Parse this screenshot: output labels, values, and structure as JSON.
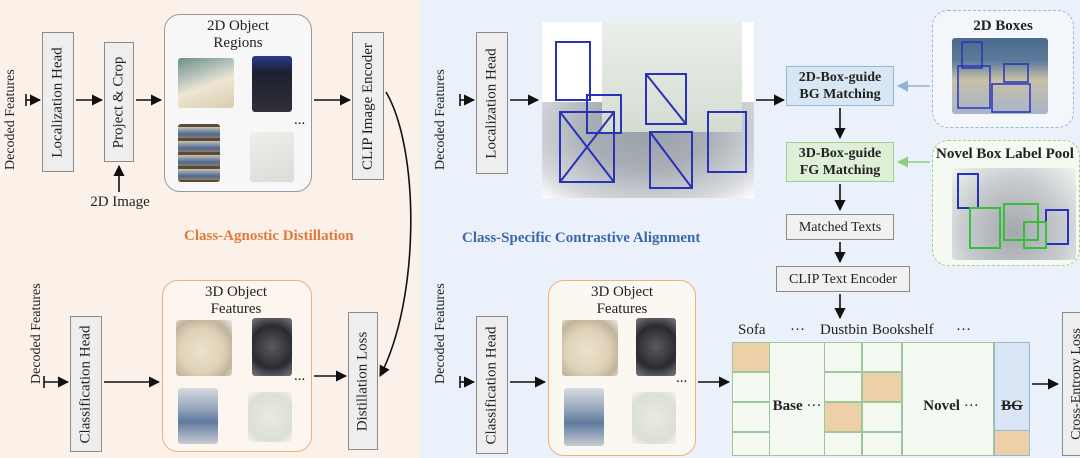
{
  "colors": {
    "left_panel_bg": "#fbf1e9",
    "right_panel_bg": "#eaf1fa",
    "orange_caption": "#e07b39",
    "blue_caption": "#3c67b0",
    "box_blue": "#2833b8",
    "box_green": "#36c03a",
    "grid_green": "#9ec89c",
    "cell_tan": "#edcfa8"
  },
  "left": {
    "decoded_features_top": "Decoded Features",
    "localization_head": "Localization Head",
    "project_crop": "Project & Crop",
    "two_d_image": "2D Image",
    "region_title": "2D Object Regions",
    "region_ellipsis": "...",
    "clip_image_encoder": "CLIP Image Encoder",
    "caption": "Class-Agnostic Distillation",
    "decoded_features_bottom": "Decoded Features",
    "classification_head": "Classification Head",
    "object_features_title": "3D Object Features",
    "object_ellipsis": "...",
    "distillation_loss": "Distillation Loss"
  },
  "right": {
    "decoded_features_top": "Decoded Features",
    "localization_head": "Localization Head",
    "bg_matching": "2D-Box-guide BG Matching",
    "fg_matching": "3D-Box-guide FG Matching",
    "matched_texts": "Matched Texts",
    "clip_text_encoder": "CLIP Text Encoder",
    "two_d_boxes": "2D Boxes",
    "novel_pool": "Novel Box Label Pool",
    "caption": "Class-Specific Contrastive Alignment",
    "decoded_features_bottom": "Decoded Features",
    "classification_head": "Classification Head",
    "object_features_title": "3D Object Features",
    "object_ellipsis": "...",
    "sofa": "Sofa",
    "ellipsis_a": "···",
    "dustbin": "Dustbin",
    "bookshelf": "Bookshelf",
    "ellipsis_b": "···",
    "base": "Base",
    "base_ellipsis": "···",
    "novel": "Novel",
    "novel_ellipsis": "···",
    "bg": "BG",
    "cross_entropy": "Cross-Entropy Loss"
  }
}
